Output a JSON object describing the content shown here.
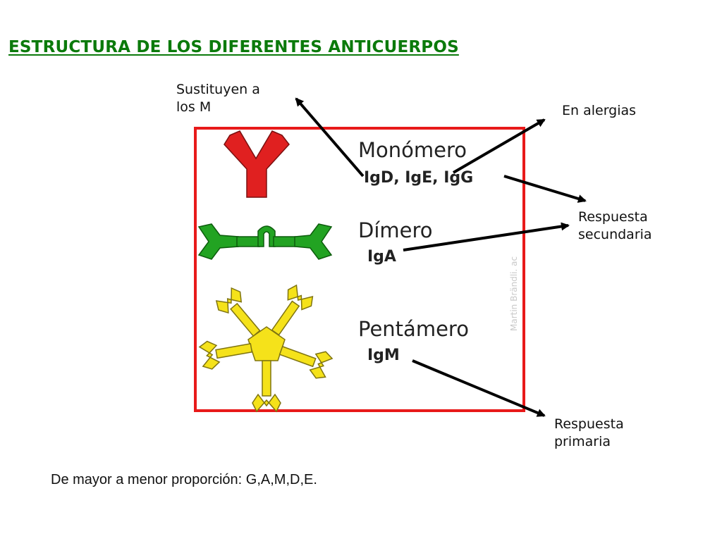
{
  "title": "ESTRUCTURA DE LOS DIFERENTES ANTICUERPOS",
  "annotations": {
    "sustituyen": [
      "Sustituyen a",
      "los M"
    ],
    "alergias": "En alergias",
    "secundaria": [
      "Respuesta",
      "secundaria"
    ],
    "primaria": [
      "Respuesta",
      "primaria"
    ]
  },
  "figure": {
    "monomero": {
      "label": "Monómero",
      "subtypes": "IgD, IgE, IgG"
    },
    "dimero": {
      "label": "Dímero",
      "subtypes": "IgA"
    },
    "pentamero": {
      "label": "Pentámero",
      "subtypes": "IgM"
    },
    "watermark": "Martin Brändli. ac"
  },
  "footer": "De mayor a menor proporción: G,A,M,D,E.",
  "colors": {
    "title": "#0b7a0b",
    "frame": "#e81a1a",
    "monomer": "#e02020",
    "dimer": "#22a322",
    "pentamer": "#f5e21a",
    "arrows": "#000000"
  }
}
